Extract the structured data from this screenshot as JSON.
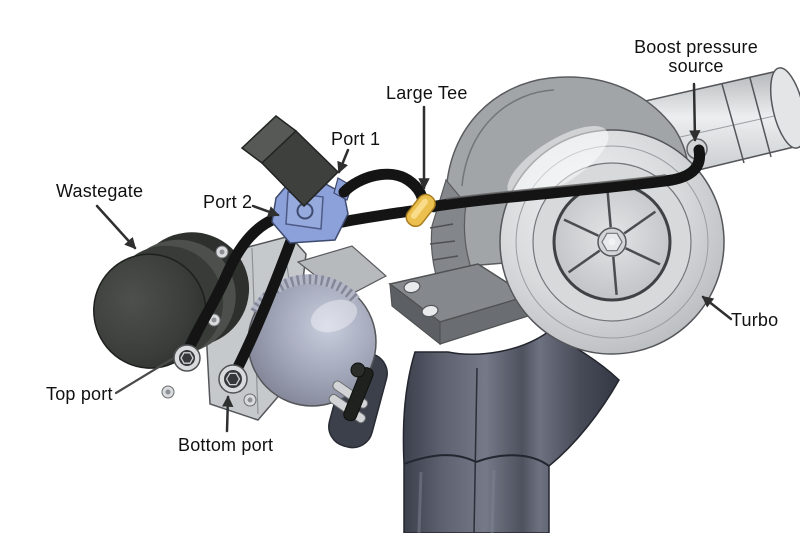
{
  "figure": {
    "type": "technical-diagram",
    "subject": "Turbocharger wastegate and boost-control solenoid hose routing"
  },
  "labels": {
    "wastegate": "Wastegate",
    "port_1": "Port 1",
    "port_2": "Port 2",
    "large_tee": "Large Tee",
    "boost_pressure_source": "Boost pressure source",
    "turbo": "Turbo",
    "top_port": "Top port",
    "bottom_port": "Bottom port"
  },
  "colors": {
    "background": "#ffffff",
    "label_text": "#111111",
    "arrow": "#2f2f2f",
    "hose": "#141414",
    "hose_highlight": "#5f5f5f",
    "tee_fitting": "#ecc04e",
    "solenoid_body": "#3d403d",
    "solenoid_bracket": "#8ca1d9",
    "compressor_housing": "#d7d9db",
    "volute_shade": "#a2a5a8",
    "downpipe": "#4a4e5a",
    "wastegate_canister": "#3a3d3a",
    "wastegate_dome": "#9a9eb2",
    "bracket_metal": "#c6c9cc"
  }
}
